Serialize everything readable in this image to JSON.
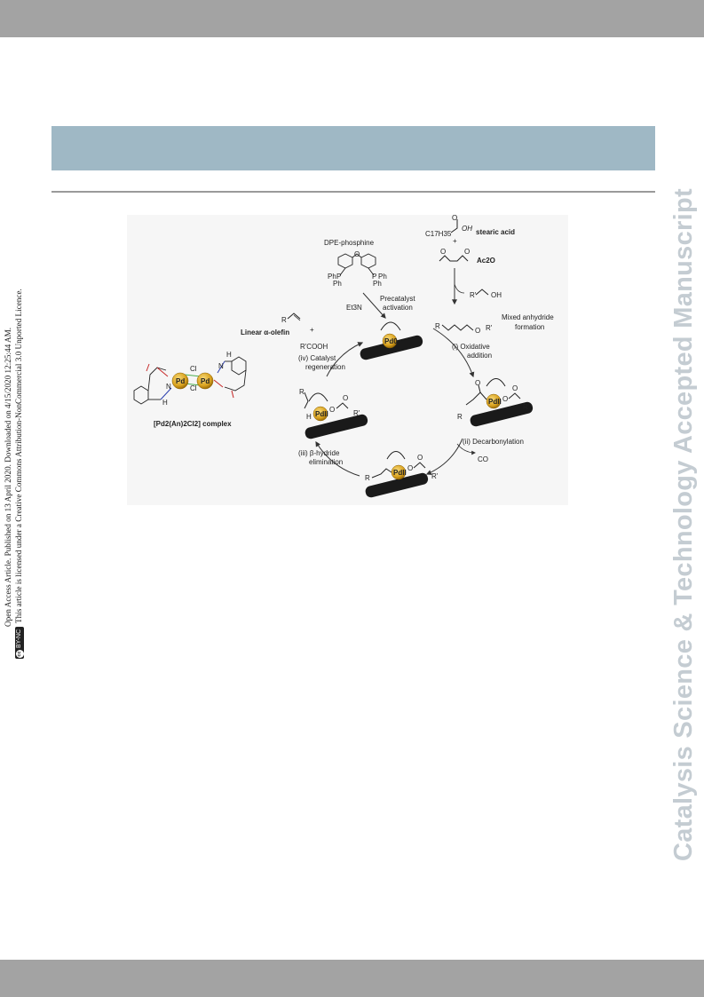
{
  "side_text": {
    "line1": "Open Access Article. Published on 13 April 2020. Downloaded on 4/15/2020 12:25:44 AM.",
    "license_badge": "BY-NC",
    "line2": "This article is licensed under a Creative Commons Attribution-NonCommercial 3.0 Unported Licence."
  },
  "watermark": "Catalysis Science & Technology Accepted Manuscript",
  "figure": {
    "reagents": {
      "stearic_formula": "C17H35",
      "oh": "OH",
      "stearic_acid": "stearic acid",
      "plus1": "+",
      "ac2o": "Ac2O",
      "dpe_phosphine": "DPE-phosphine",
      "ph": "Ph",
      "p": "P",
      "et3n": "Et3N",
      "precatalyst_activation": [
        "Precatalyst",
        "activation"
      ],
      "mixed_anhydride": [
        "Mixed anhydride",
        "formation"
      ],
      "linear_olefin": "Linear α-olefin",
      "plus2": "+",
      "r_cooh": "R'COOH",
      "r": "R",
      "r_prime": "R'",
      "o": "O",
      "co": "CO"
    },
    "steps": {
      "i": [
        "(i) Oxidative",
        "addition"
      ],
      "ii": "(ii) Decarbonylation",
      "iii": [
        "(iii) β-hydride",
        "elimination"
      ],
      "iv": [
        "(iv) Catalyst",
        "regeneration"
      ]
    },
    "pd_labels": {
      "pd": "Pd",
      "pd2": "PdII",
      "pd0": "Pd0",
      "cl": "Cl",
      "n": "N",
      "h": "H"
    },
    "complex_label": "[Pd2(An)2Cl2] complex"
  },
  "colors": {
    "header_band": "#9fb8c5",
    "bars": "#a3a3a3",
    "watermark": "#c4ccd2",
    "pd_sphere": "#d9a21f"
  }
}
